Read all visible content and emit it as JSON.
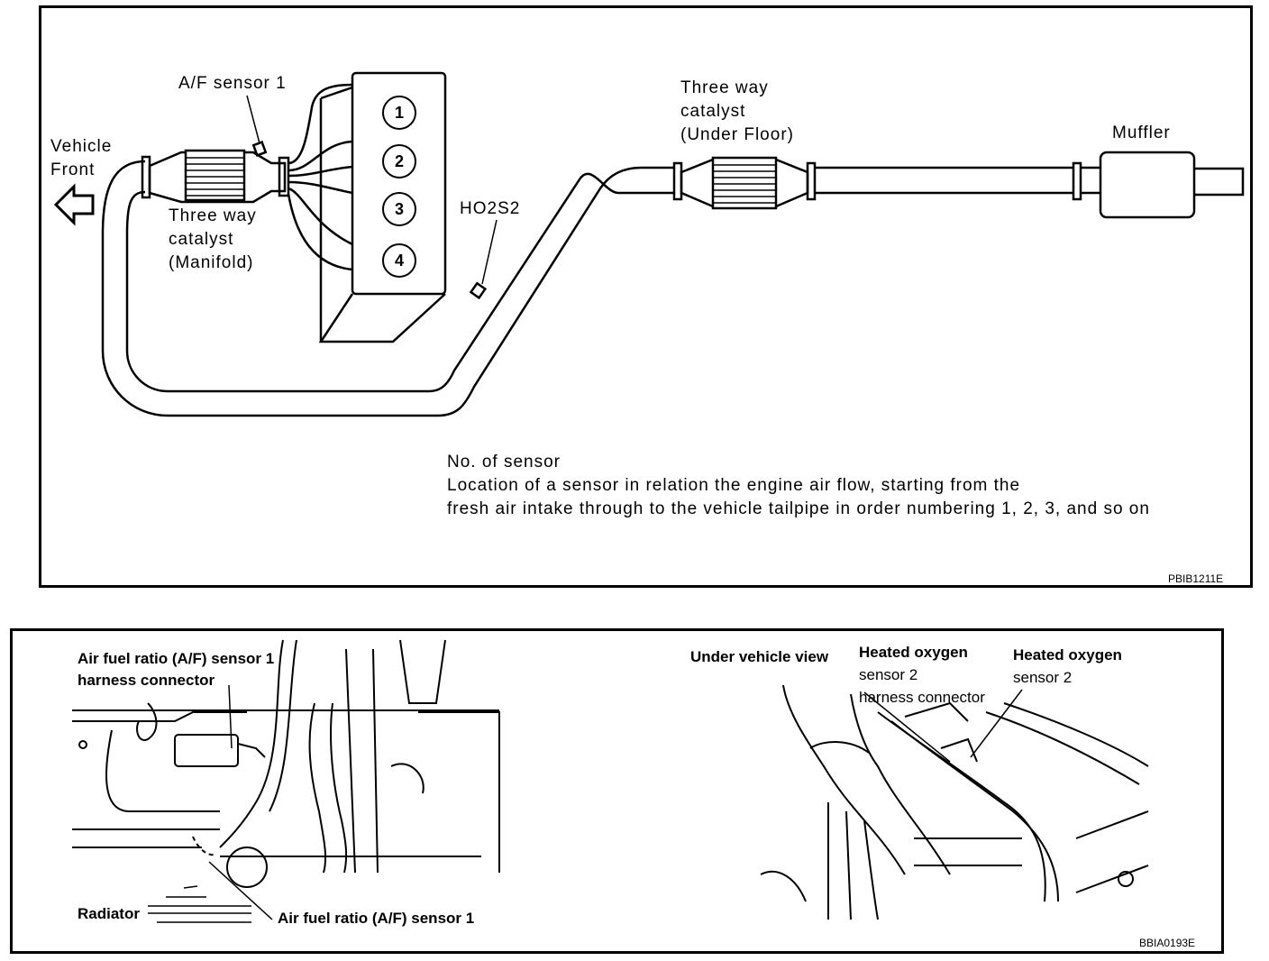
{
  "top": {
    "af_sensor_1": "A/F sensor 1",
    "vehicle_front": [
      "Vehicle",
      "Front"
    ],
    "manifold_catalyst": [
      "Three way",
      "catalyst",
      "(Manifold)"
    ],
    "cylinders": [
      "1",
      "2",
      "3",
      "4"
    ],
    "ho2s2": "HO2S2",
    "underfloor_catalyst": [
      "Three way",
      "catalyst",
      "(Under Floor)"
    ],
    "muffler": "Muffler",
    "note": [
      "No. of sensor",
      "Location of a sensor in relation the engine air flow, starting from the",
      "fresh air intake through to the vehicle tailpipe in order numbering 1, 2, 3, and so on"
    ],
    "code": "PBIB1211E"
  },
  "bottom": {
    "left": {
      "af_harness": [
        "Air fuel ratio (A/F) sensor 1",
        "harness connector"
      ],
      "radiator": "Radiator",
      "af_sensor": "Air fuel ratio (A/F) sensor 1"
    },
    "right": {
      "under_view": "Under vehicle view",
      "ho2_harness": [
        "Heated oxygen",
        "sensor 2",
        "harness connector"
      ],
      "ho2_sensor": [
        "Heated oxygen",
        "sensor 2"
      ]
    },
    "code": "BBIA0193E"
  }
}
